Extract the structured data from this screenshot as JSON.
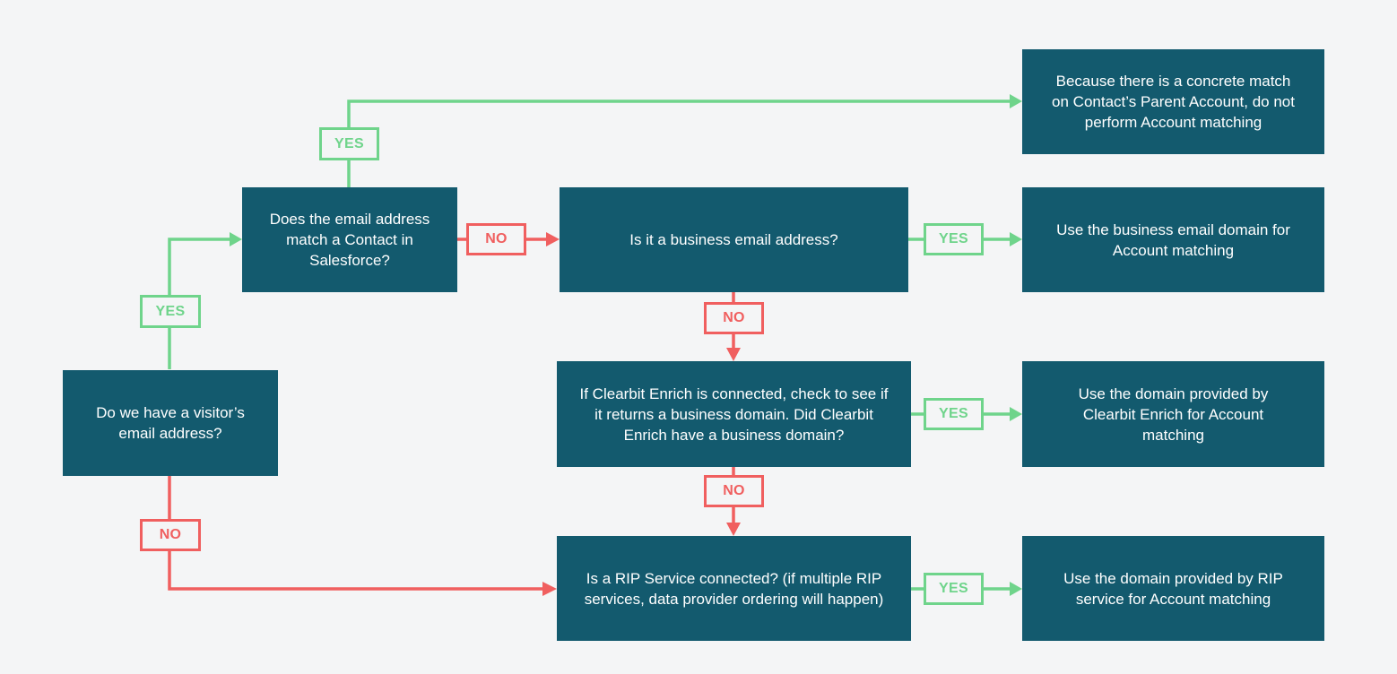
{
  "colors": {
    "background": "#f4f5f6",
    "box": "#135a6e",
    "box_text": "#ffffff",
    "yes": "#6fd48b",
    "no": "#f05f5f"
  },
  "nodes": {
    "visitor_email": "Do we have a visitor’s email address?",
    "contact_match": "Does the email address match a Contact in Salesforce?",
    "business_email": "Is it a business email address?",
    "concrete_match": "Because there is a concrete match on Contact’s Parent Account, do not perform Account matching",
    "use_business_domain": "Use the business email domain for Account matching",
    "clearbit_check": "If Clearbit Enrich is connected, check to see if it returns a business domain. Did Clearbit Enrich have a business domain?",
    "use_clearbit_domain": "Use the domain provided by Clearbit Enrich for Account matching",
    "rip_check": "Is a RIP Service connected? (if multiple RIP services, data provider ordering will happen)",
    "use_rip_domain": "Use the domain provided by RIP service for Account matching"
  },
  "labels": {
    "yes": "YES",
    "no": "NO"
  }
}
